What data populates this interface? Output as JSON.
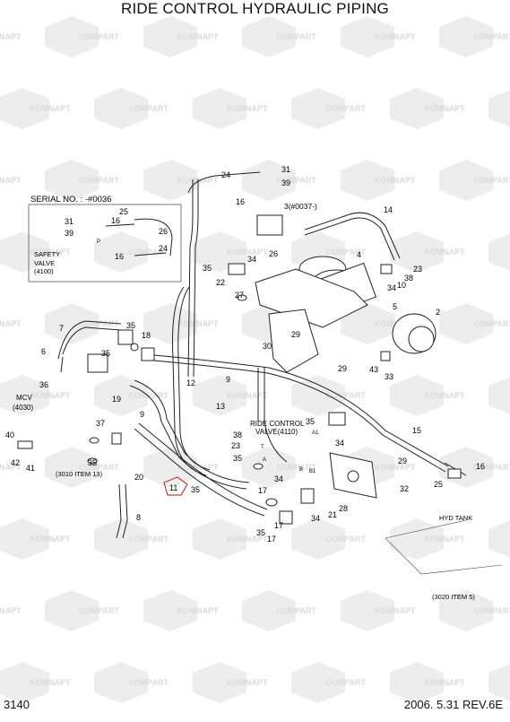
{
  "title": "RIDE CONTROL HYDRAULIC PIPING",
  "footer": {
    "page": "3140",
    "date_rev": "2006. 5.31  REV.6E"
  },
  "watermark": {
    "text_a": "KOMNAPT",
    "text_b": "COMPART"
  },
  "serial_box": {
    "heading": "SERIAL NO. : -#0036",
    "safety_1": "SAFETY",
    "safety_2": "VALVE",
    "safety_3": "(4100)"
  },
  "notes": {
    "mcv_1": "MCV",
    "mcv_2": "(4030)",
    "ride_1": "RIDE CONTROL",
    "ride_2": "VALVE(4110)",
    "item13": "(3010 ITEM 13)",
    "item5": "(3020 ITEM 5)",
    "hydtank": "HYD TANK",
    "serial37": "3(#0037-)"
  },
  "callouts": {
    "c24a": "24",
    "c31a": "31",
    "c39a": "39",
    "c16a": "16",
    "c14": "14",
    "c4": "4",
    "c23": "23",
    "c38": "38",
    "c10": "10",
    "c34a": "34",
    "c2": "2",
    "c5": "5",
    "c43": "43",
    "c33": "33",
    "c30": "30",
    "c29a": "29",
    "c29b": "29",
    "c26": "26",
    "c22": "22",
    "c34b": "34",
    "c35a": "35",
    "c27": "27",
    "c25a": "25",
    "c31b": "31",
    "c39b": "39",
    "c16b": "16",
    "c26b": "26",
    "c24b": "24",
    "c16c": "16",
    "c7": "7",
    "c35b": "35",
    "c18": "18",
    "c6": "6",
    "c35c": "35",
    "c36": "36",
    "c19": "19",
    "c12": "12",
    "c9a": "9",
    "c13": "13",
    "c9b": "9",
    "c37": "37",
    "c40": "40",
    "c42": "42",
    "c41": "41",
    "c35d": "35",
    "c20": "20",
    "c11": "11",
    "c35e": "35",
    "c8": "8",
    "c38b": "38",
    "c23b": "23",
    "c35f": "35",
    "c17a": "17",
    "c34c": "34",
    "c17b": "17",
    "c21": "21",
    "c34d": "34",
    "c35g": "35",
    "c17c": "17",
    "c28": "28",
    "c29c": "29",
    "c32": "32",
    "c15": "15",
    "c16d": "16",
    "c25b": "25",
    "c35h": "35",
    "c34e": "34"
  },
  "ports": {
    "p": "P",
    "t": "T",
    "a": "A",
    "b": "B",
    "a1": "A1",
    "b1": "B1"
  }
}
